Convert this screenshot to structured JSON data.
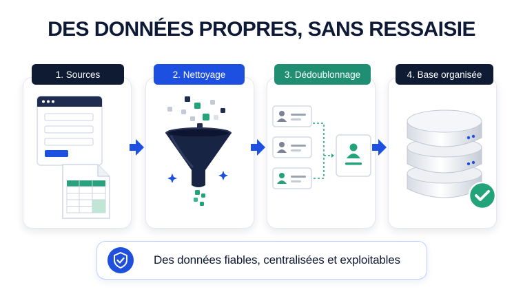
{
  "title": "DES DONNÉES PROPRES, SANS RESSAISIE",
  "steps": [
    {
      "label": "1. Sources"
    },
    {
      "label": "2. Nettoyage"
    },
    {
      "label": "3. Dédoublonnage"
    },
    {
      "label": "4. Base organisée"
    }
  ],
  "footer": {
    "text": "Des données fiables, centralisées et exploitables"
  },
  "colors": {
    "navy": "#0f1a33",
    "blue": "#1d4fe0",
    "teal": "#1f8e72",
    "green": "#22a37a"
  },
  "icons": [
    "browser-window-icon",
    "spreadsheet-icon",
    "funnel-icon",
    "contact-card-icon",
    "database-icon",
    "checkmark-badge-icon",
    "shield-check-icon",
    "arrow-right-icon"
  ]
}
